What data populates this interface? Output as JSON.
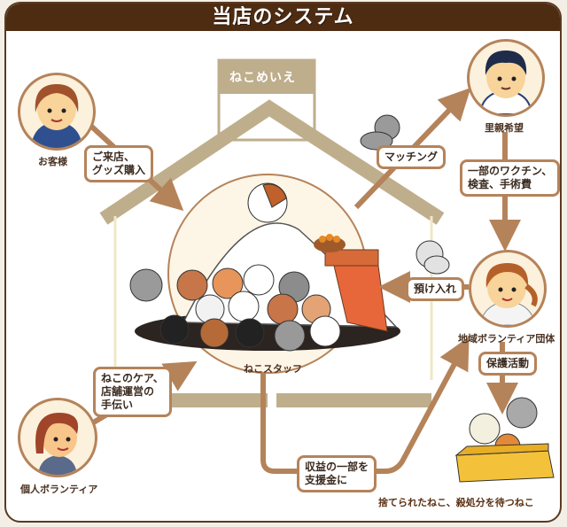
{
  "title": "当店のシステム",
  "colors": {
    "title_bar": "#4e2c12",
    "frame_border": "#5a3a22",
    "arrow": "#b5835a",
    "house": "#bfae8c",
    "avatar_bg": "#fbf1dc",
    "text": "#3a2a1e"
  },
  "house": {
    "sign": "ねこめいえ",
    "center_caption": "ねこスタッフ"
  },
  "actors": {
    "customer": {
      "label": "お客様",
      "icon": "girl-customer-avatar"
    },
    "foster_applicant": {
      "label": "里親希望",
      "icon": "boy-avatar"
    },
    "local_volunteer_group": {
      "label": "地域ボランティア団体",
      "icon": "volunteer-woman-avatar"
    },
    "individual_volunteer": {
      "label": "個人ボランティア",
      "icon": "girl-volunteer-avatar"
    },
    "abandoned_cats": {
      "label": "捨てられたねこ、殺処分を待つねこ",
      "icon": "cats-in-box"
    }
  },
  "flows": {
    "visit_goods": {
      "line1": "ご来店、",
      "line2": "グッズ購入"
    },
    "matching": {
      "line1": "マッチング"
    },
    "vaccine": {
      "line1": "一部のワクチン、",
      "line2": "検査、手術費"
    },
    "consign": {
      "line1": "預け入れ"
    },
    "protection": {
      "line1": "保護活動"
    },
    "care_help": {
      "line1": "ねこのケア、",
      "line2": "店舗運営の",
      "line3": "手伝い"
    },
    "support_fund": {
      "line1": "収益の一部を",
      "line2": "支援金に"
    }
  }
}
